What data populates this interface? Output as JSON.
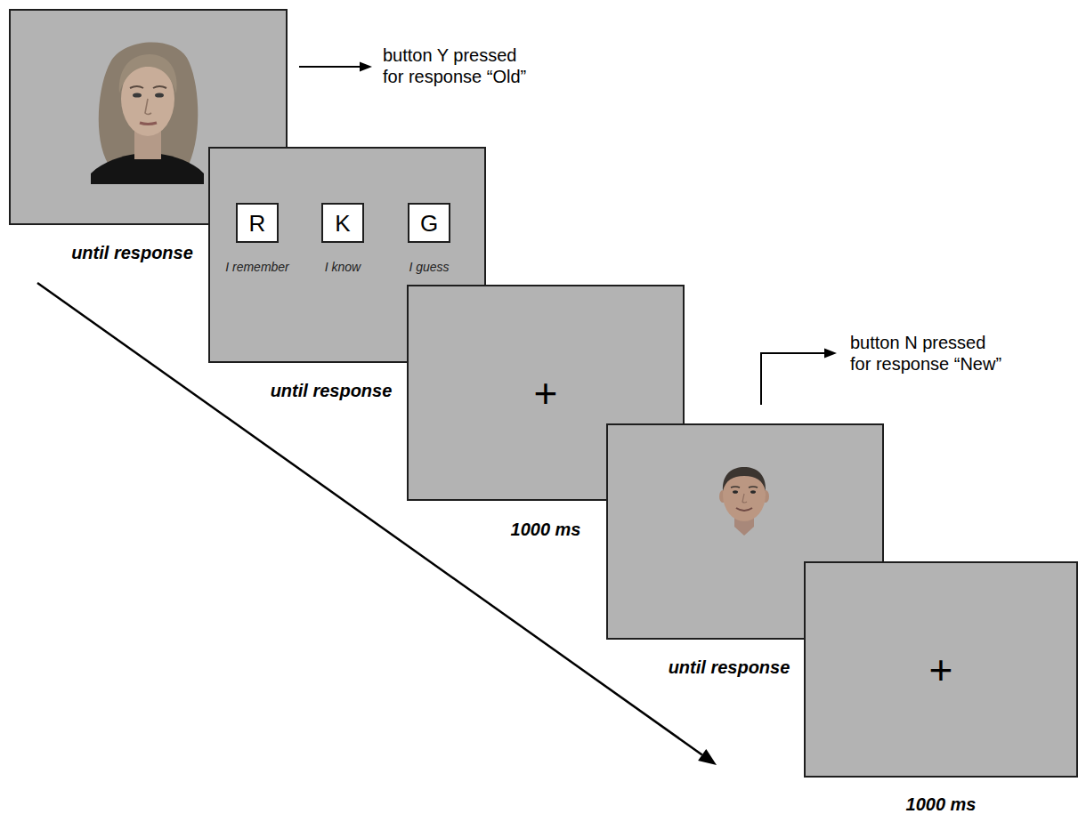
{
  "diagram": {
    "nodes": [
      {
        "text": [
          "until response"
        ]
      },
      {
        "text": [
          "until response"
        ]
      },
      {
        "text": [
          "R",
          "I remember"
        ],
        "in": 1
      },
      {
        "text": [
          "K",
          "I know"
        ],
        "in": 1
      },
      {
        "text": [
          "G",
          "I guess"
        ],
        "in": 1
      },
      {
        "text": [
          "+",
          "1000 ms"
        ]
      },
      {
        "text": [
          "until response"
        ]
      },
      {
        "text": [
          "+",
          "1000 ms"
        ]
      }
    ],
    "labels": [
      "button Y pressed for response “Old”",
      "button N pressed for response “New”"
    ]
  }
}
